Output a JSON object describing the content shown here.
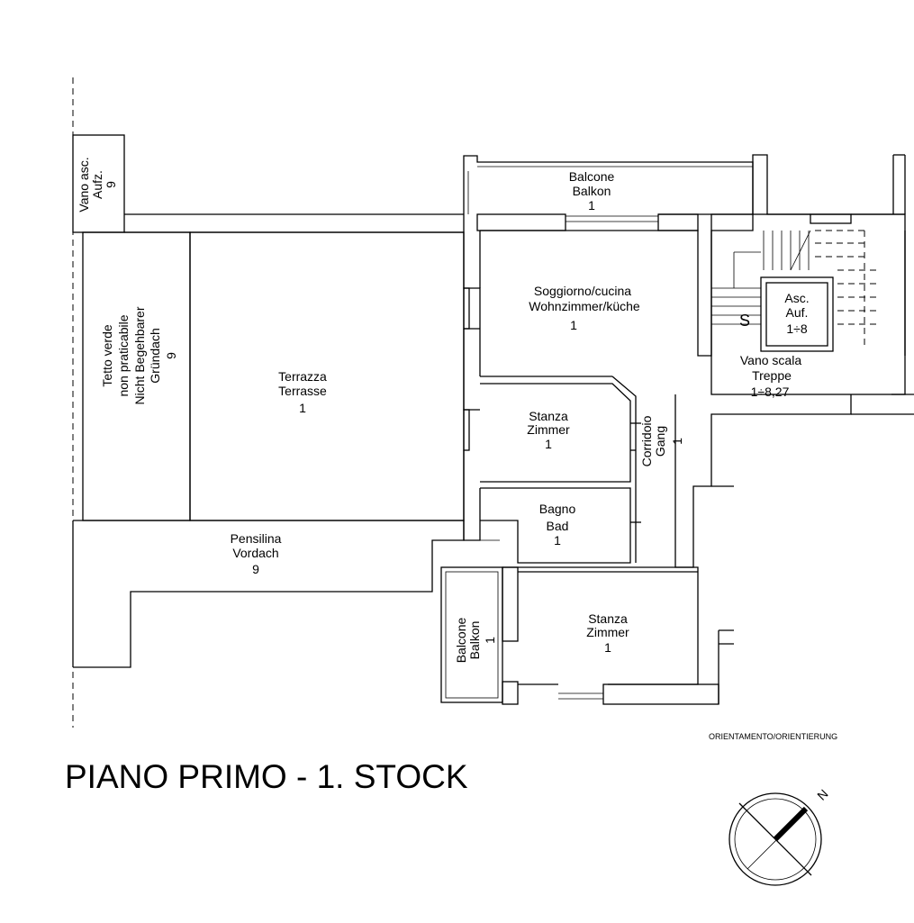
{
  "drawing": {
    "title": "PIANO PRIMO - 1. STOCK",
    "orientation_label": "ORIENTAMENTO/ORIENTIERUNG",
    "north_symbol": "N"
  },
  "rooms": {
    "vano_asc_top": {
      "line1": "Vano asc.",
      "line2": "Aufz.",
      "line3": "9"
    },
    "balcone_top": {
      "line1": "Balcone",
      "line2": "Balkon",
      "line3": "1"
    },
    "tetto_verde": {
      "line1": "Tetto verde",
      "line2": "non praticabile",
      "line3": "Nicht Begehbarer",
      "line4": "Gründach",
      "line5": "9"
    },
    "terrazza": {
      "line1": "Terrazza",
      "line2": "Terrasse",
      "line3": "1"
    },
    "soggiorno": {
      "line1": "Soggiorno/cucina",
      "line2": "Wohnzimmer/küche",
      "line3": "1"
    },
    "asc": {
      "line1": "Asc.",
      "line2": "Auf.",
      "line3": "1÷8"
    },
    "scala_symbol": "S",
    "vano_scala": {
      "line1": "Vano scala",
      "line2": "Treppe",
      "line3": "1÷8,27"
    },
    "stanza1": {
      "line1": "Stanza",
      "line2": "Zimmer",
      "line3": "1"
    },
    "corridoio": {
      "line1": "Corridoio",
      "line2": "Gang",
      "line3": "1"
    },
    "bagno": {
      "line1": "Bagno",
      "line2": "Bad",
      "line3": "1"
    },
    "pensilina": {
      "line1": "Pensilina",
      "line2": "Vordach",
      "line3": "9"
    },
    "balcone_side": {
      "line1": "Balcone",
      "line2": "Balkon",
      "line3": "1"
    },
    "stanza2": {
      "line1": "Stanza",
      "line2": "Zimmer",
      "line3": "1"
    }
  }
}
